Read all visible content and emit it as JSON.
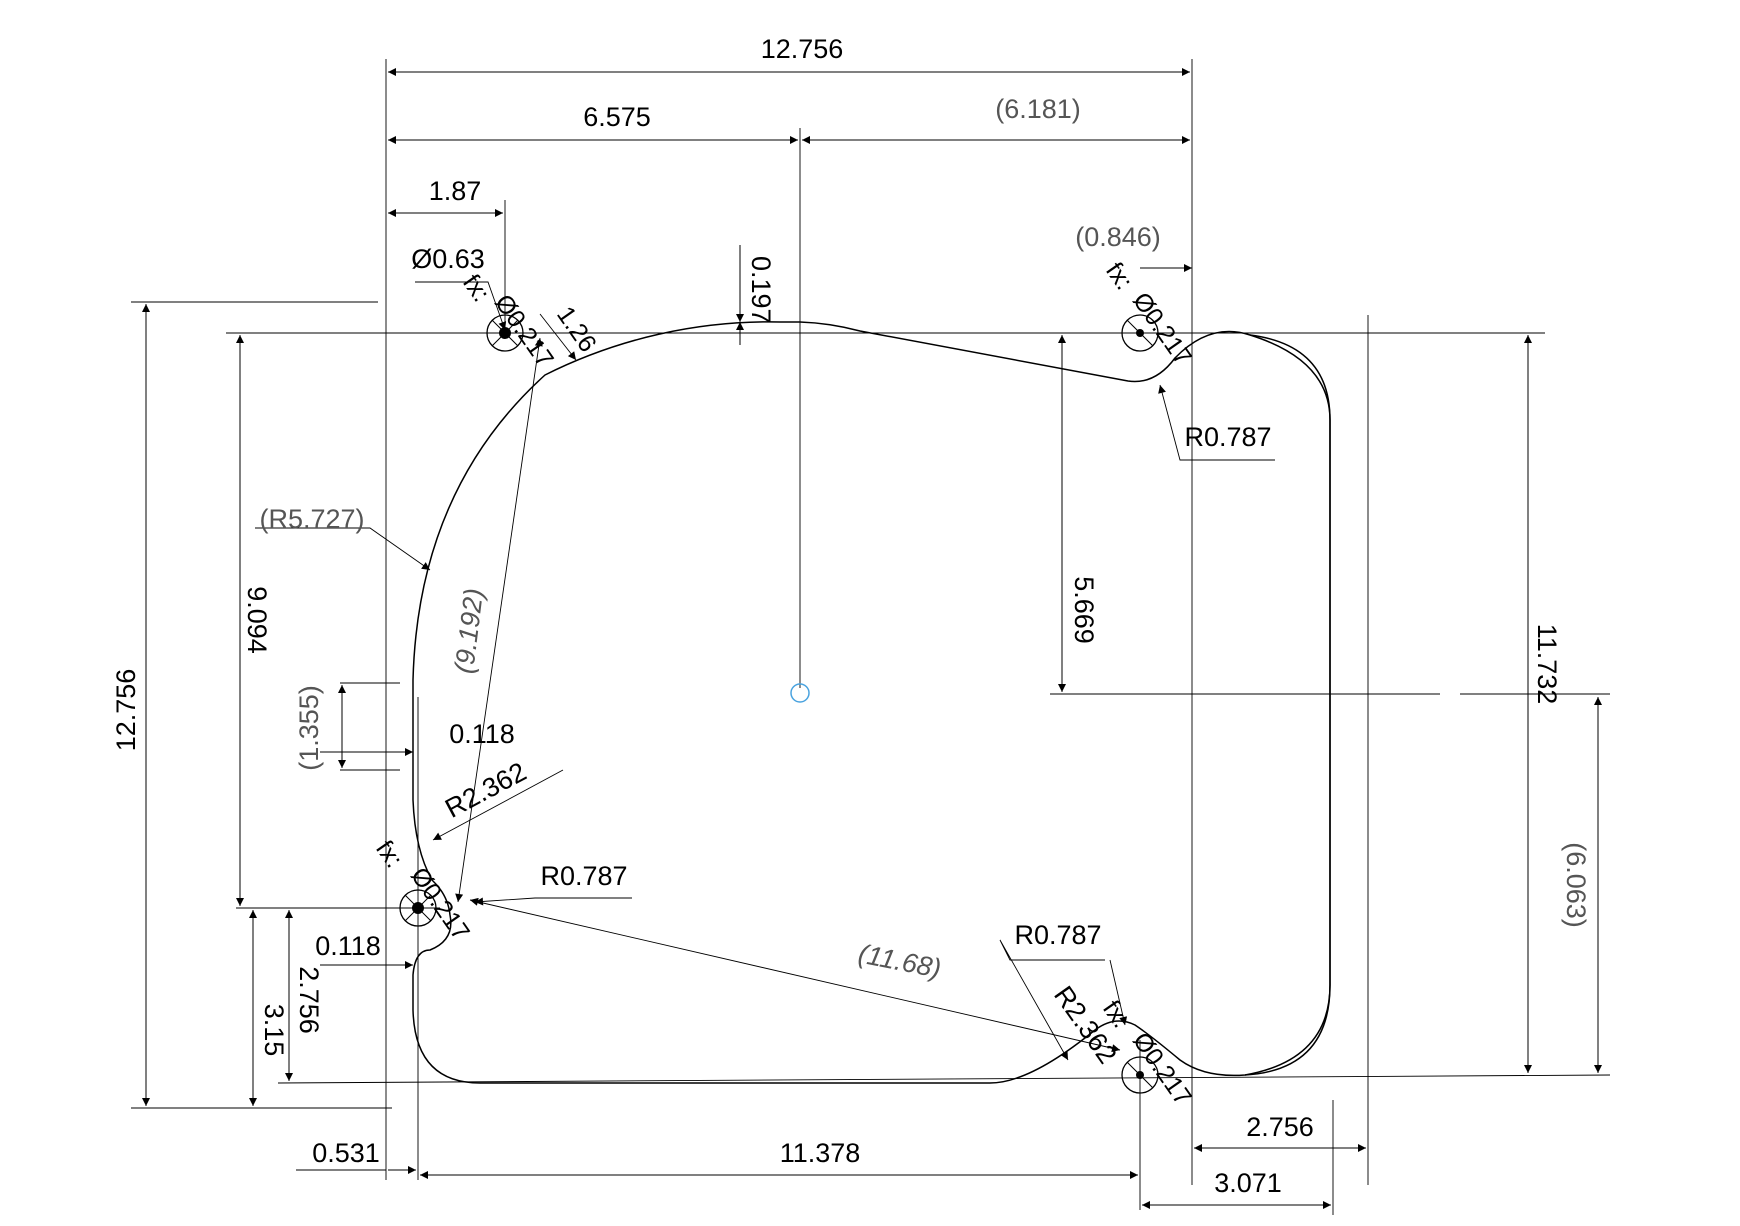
{
  "dimensions": {
    "overall_width": "12.756",
    "left_to_center": "6.575",
    "center_to_right_ref": "(6.181)",
    "hole_offset_x": "1.87",
    "hole_dia_large": "Ø0.63",
    "hole_offset_small_ref": "(0.846)",
    "top_offset": "0.197",
    "chord_126": "1.26",
    "radius_ref": "(R5.727)",
    "height_left": "9.094",
    "diag_ref": "(9.192)",
    "arc_height_ref": "(1.355)",
    "wall_offset_upper": "0.118",
    "radius_2362_left": "R2.362",
    "radius_0787_left": "R0.787",
    "wall_offset_lower": "0.118",
    "height_2756": "2.756",
    "height_315": "3.15",
    "overall_height": "12.756",
    "left_offset": "0.531",
    "bottom_length": "11.378",
    "diag_bottom_ref": "(11.68)",
    "radius_0787_bottom": "R0.787",
    "radius_2362_bottom": "R2.362",
    "slot_width": "2.756",
    "slot_offset": "3.071",
    "center_height": "5.669",
    "slot_height": "11.732",
    "lower_ref": "(6.063)",
    "radius_0787_top": "R0.787"
  },
  "holes": {
    "top_left": {
      "fx": "fx:",
      "dia": "Ø0.217"
    },
    "top_right": {
      "fx": "fx:",
      "dia": "Ø0.217"
    },
    "left": {
      "fx": "fx:",
      "dia": "Ø0.217"
    },
    "bottom": {
      "fx": "fx:",
      "dia": "Ø0.217"
    }
  }
}
